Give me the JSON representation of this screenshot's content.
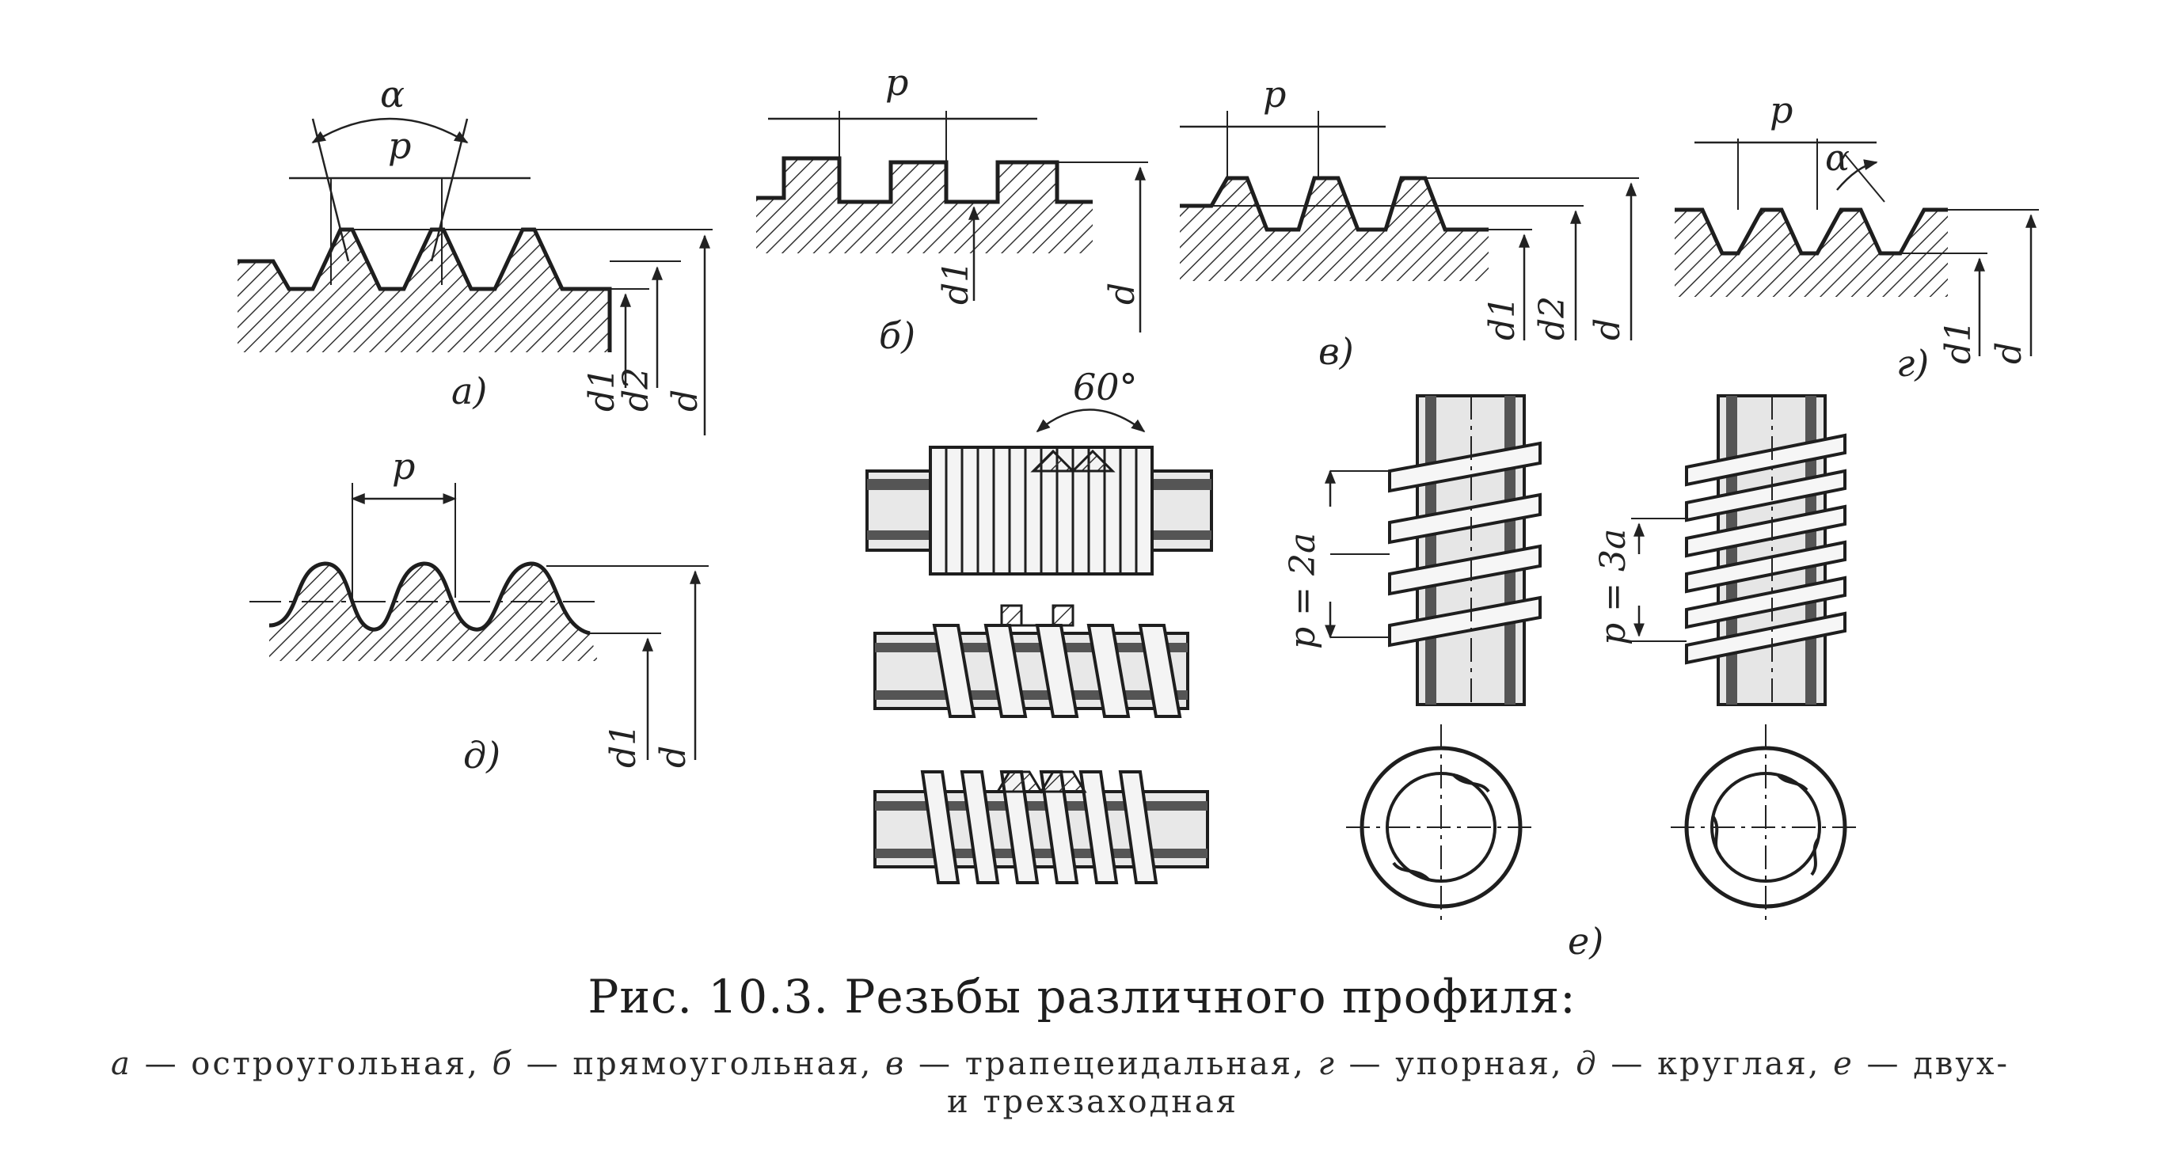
{
  "figure": {
    "caption": "Рис. 10.3. Резьбы различного профиля:",
    "legend": {
      "items": [
        {
          "letter": "а",
          "text": "остроугольная,"
        },
        {
          "letter": "б",
          "text": "прямоугольная,"
        },
        {
          "letter": "в",
          "text": "трапецеидальная,"
        },
        {
          "letter": "г",
          "text": "упорная,"
        },
        {
          "letter": "д",
          "text": "круглая,"
        },
        {
          "letter": "е",
          "text": "двух-"
        }
      ],
      "line2": "и трехзаходная"
    },
    "panels": {
      "a": {
        "label": "а)",
        "angle": "α",
        "pitch": "p",
        "dims": [
          "d1",
          "d2",
          "d"
        ]
      },
      "b": {
        "label": "б)",
        "pitch": "p",
        "dims": [
          "d1",
          "d"
        ]
      },
      "v": {
        "label": "в)",
        "pitch": "p",
        "dims": [
          "d1",
          "d2",
          "d"
        ]
      },
      "g": {
        "label": "г)",
        "pitch": "p",
        "angle": "α",
        "dims": [
          "d1",
          "d"
        ]
      },
      "d": {
        "label": "д)",
        "pitch": "p",
        "dims": [
          "d1",
          "d"
        ]
      },
      "e": {
        "label": "е)",
        "angle": "60°",
        "pitch_double": "p = 2a",
        "pitch_triple": "p = 3a"
      }
    }
  }
}
